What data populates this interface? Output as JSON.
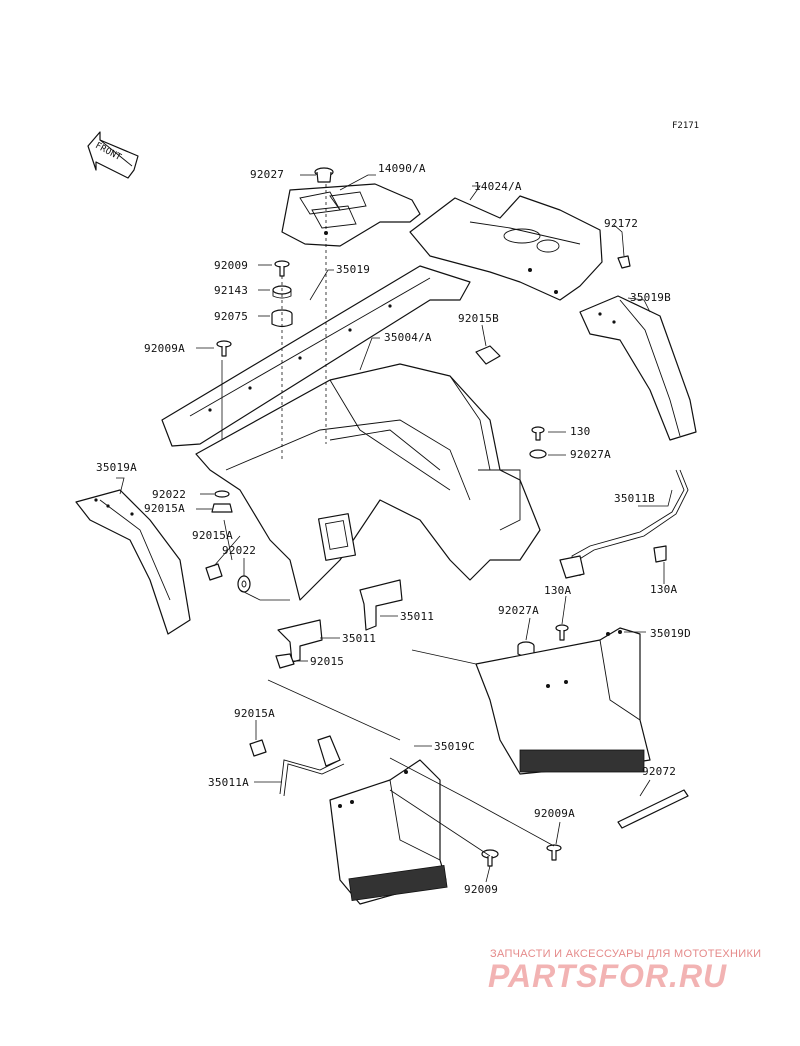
{
  "figure_code": "F2171",
  "front_arrow_label": "FRONT",
  "watermark": {
    "tagline": "ЗАПЧАСТИ И АКСЕССУАРЫ ДЛЯ МОТОТЕХНИКИ",
    "brand": "PARTSFOR.RU"
  },
  "labels": {
    "l92027_top": "92027",
    "l14090A": "14090/A",
    "l14024A": "14024/A",
    "l92172": "92172",
    "l92009_left": "92009",
    "l35019": "35019",
    "l92143": "92143",
    "l92075": "92075",
    "l35019B": "35019B",
    "l92015B": "92015B",
    "l92009A_left": "92009A",
    "l35004A": "35004/A",
    "l130": "130",
    "l92027A_right": "92027A",
    "l35019A": "35019A",
    "l92022_a": "92022",
    "l92015A_a": "92015A",
    "l35011B": "35011B",
    "l92015A_b": "92015A",
    "l92022_b": "92022",
    "l130A_right": "130A",
    "l35011_right": "35011",
    "l130A_mid": "130A",
    "l92027A_mid": "92027A",
    "l35019D": "35019D",
    "l35011_mid": "35011",
    "l92015": "92015",
    "l92015A_low": "92015A",
    "l35019C": "35019C",
    "l92072": "92072",
    "l35011A": "35011A",
    "l92009A_low": "92009A",
    "l92009_low": "92009"
  }
}
